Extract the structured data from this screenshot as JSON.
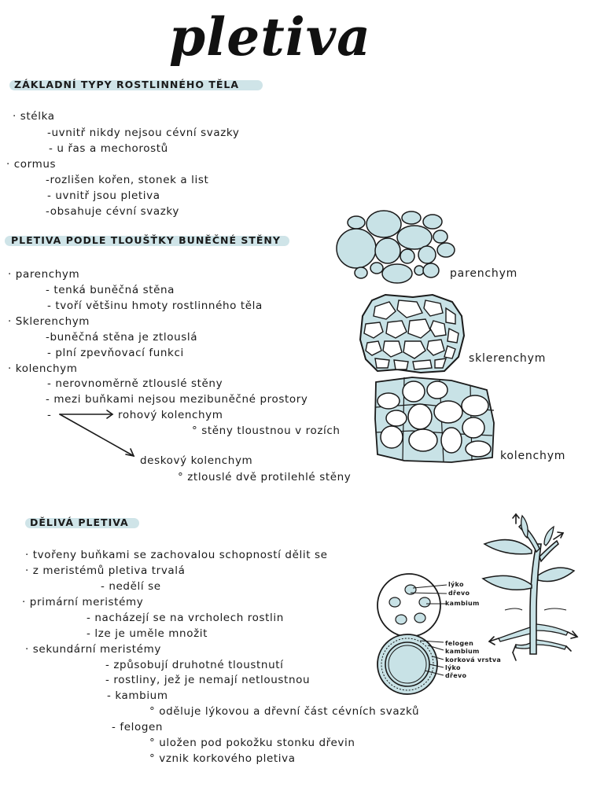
{
  "title": "pletiva",
  "section1": {
    "heading": "Základní typy rostlinného těla",
    "lines": [
      "· stélka",
      "-uvnitř nikdy nejsou cévní svazky",
      "- u řas a mechorostů",
      "· cormus",
      "-rozlišen kořen, stonek a list",
      "- uvnitř jsou pletiva",
      "-obsahuje cévní svazky"
    ]
  },
  "section2": {
    "heading": "Pletiva podle tloušťky buněčné stěny",
    "lines": [
      "· parenchym",
      "- tenká buněčná stěna",
      "- tvoří většinu hmoty rostlinného těla",
      "· Sklerenchym",
      "-buněčná stěna je ztlouslá",
      "- plní zpevňovací funkci",
      "· kolenchym",
      "- nerovnoměrně ztlouslé stěny",
      "- mezi buňkami nejsou mezibuněčné prostory",
      "-",
      "rohový kolenchym",
      "stěny tloustnou v rozích",
      "deskový kolenchym",
      "ztlouslé dvě protilehlé stěny"
    ],
    "labels": {
      "parenchym": "parenchym",
      "sklerenchym": "sklerenchym",
      "kolenchym": "kolenchym"
    }
  },
  "section3": {
    "heading": "Dělivá pletiva",
    "lines": [
      "· tvořeny buňkami se zachovalou schopností dělit se",
      "· z meristémů pletiva trvalá",
      "- nedělí se",
      "· primární meristémy",
      "- nacházejí se na vrcholech rostlin",
      "- lze je uměle množit",
      "· sekundární meristémy",
      "- způsobují druhotné tloustnutí",
      "- rostliny, jež je nemají netloustnou",
      "- kambium",
      "oděluje lýkovou a dřevní část cévních svazků",
      "- felogen",
      "uložen pod pokožku stonku dřevin",
      "vznik korkového pletiva"
    ],
    "diagram_labels": {
      "top": [
        "lýko",
        "dřevo",
        "kambium"
      ],
      "bottom": [
        "felogen",
        "kambium",
        "korková vrstva",
        "lýko",
        "dřevo"
      ]
    }
  },
  "colors": {
    "accent": "#cfe4e8",
    "ink": "#1a1a1a",
    "fill": "#c8e2e6"
  }
}
